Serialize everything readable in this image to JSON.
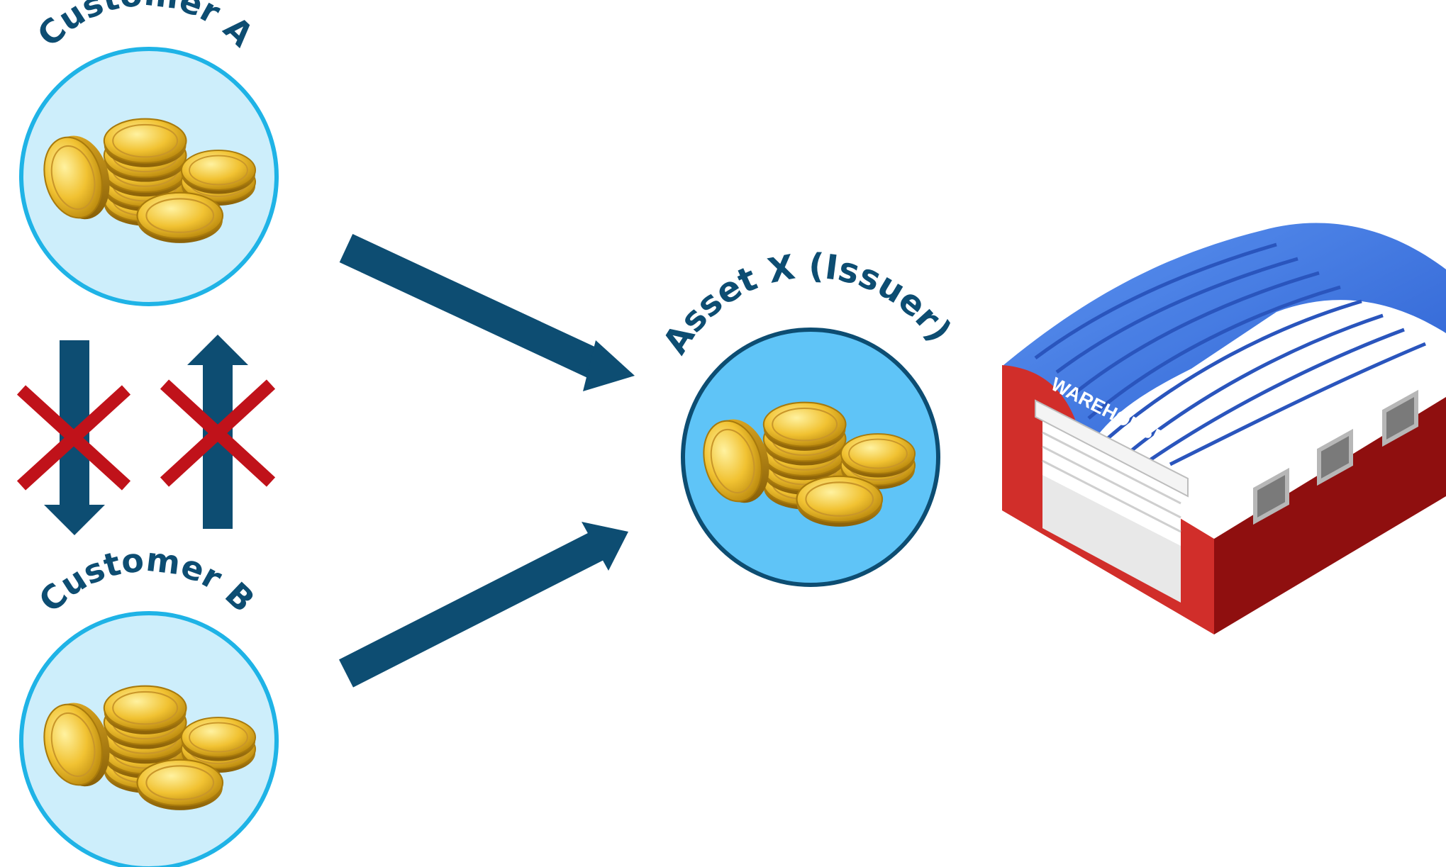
{
  "nodes": {
    "customer_a": {
      "label": "Customer A",
      "fill": "#cdeefb",
      "stroke": "#1fb3e6"
    },
    "customer_b": {
      "label": "Customer B",
      "fill": "#cdeefb",
      "stroke": "#1fb3e6"
    },
    "issuer": {
      "label": "Asset X (Issuer)",
      "fill": "#5fc4f7",
      "stroke": "#0d4d72"
    }
  },
  "warehouse": {
    "sign": "WAREHOUSE",
    "wall_color": "#d12e2a",
    "roof_color": "#3d79e6"
  },
  "edges": [
    {
      "from": "customer_a",
      "to": "issuer",
      "type": "arrow",
      "color": "#0d4d72"
    },
    {
      "from": "customer_b",
      "to": "issuer",
      "type": "arrow",
      "color": "#0d4d72"
    },
    {
      "from": "customer_a",
      "to": "customer_b",
      "type": "blocked",
      "color": "#0d4d72",
      "cross_color": "#c0121a"
    },
    {
      "from": "customer_b",
      "to": "customer_a",
      "type": "blocked",
      "color": "#0d4d72",
      "cross_color": "#c0121a"
    }
  ]
}
